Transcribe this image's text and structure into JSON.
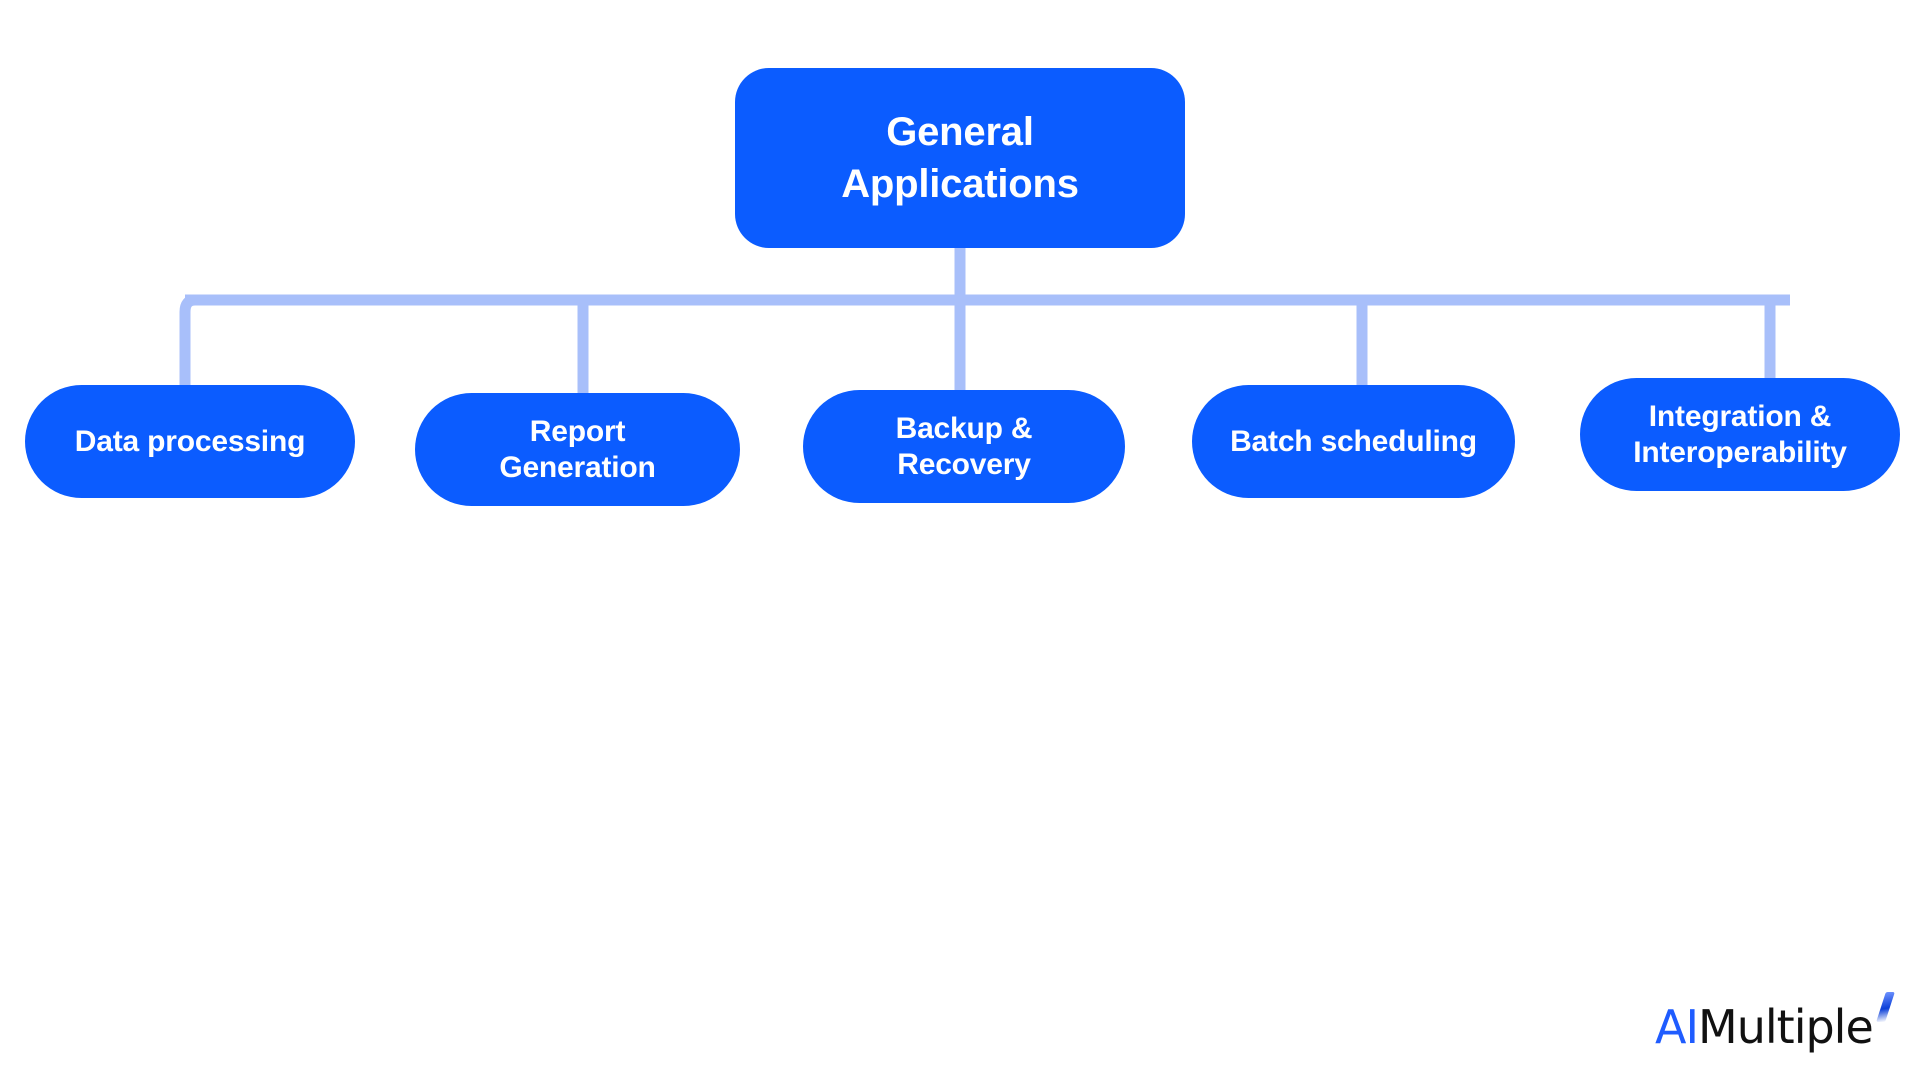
{
  "diagram": {
    "title": "General Applications",
    "type": "tree-hierarchy",
    "root": {
      "label": "General\nApplications",
      "color": "#0B5CFF",
      "text_color": "#FFFFFF"
    },
    "connector": {
      "color": "#A8BFFA",
      "width": 10,
      "style": "orthogonal-bus"
    },
    "children": [
      {
        "label": "Data processing",
        "color": "#0B5CFF",
        "text_color": "#FFFFFF"
      },
      {
        "label": "Report\nGeneration",
        "color": "#0B5CFF",
        "text_color": "#FFFFFF"
      },
      {
        "label": "Backup &\nRecovery",
        "color": "#0B5CFF",
        "text_color": "#FFFFFF"
      },
      {
        "label": "Batch scheduling",
        "color": "#0B5CFF",
        "text_color": "#FFFFFF"
      },
      {
        "label": "Integration &\nInteroperability",
        "color": "#0B5CFF",
        "text_color": "#FFFFFF"
      }
    ]
  },
  "branding": {
    "logo_ai": "AI",
    "logo_rest": "Multiple",
    "logo_mark": "slash-mark",
    "accent_color": "#1F5CFF"
  }
}
